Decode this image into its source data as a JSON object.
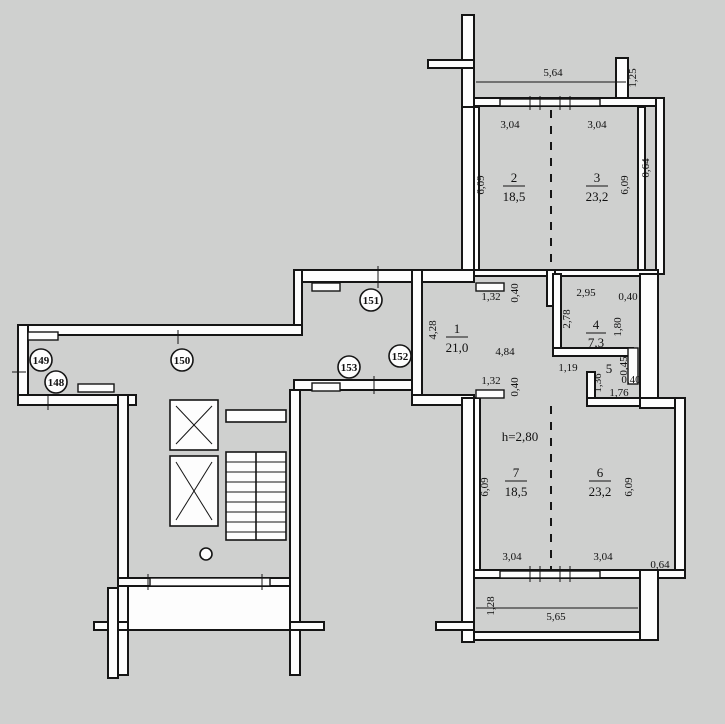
{
  "plan": {
    "rooms": [
      {
        "number": "1",
        "area": "21,0"
      },
      {
        "number": "2",
        "area": "18,5"
      },
      {
        "number": "3",
        "area": "23,2"
      },
      {
        "number": "4",
        "area": "7,3"
      },
      {
        "number": "5",
        "area": ""
      },
      {
        "number": "6",
        "area": "23,2"
      },
      {
        "number": "7",
        "area": "18,5"
      }
    ],
    "ceiling_height": "h=2,80",
    "tags": [
      "149",
      "148",
      "150",
      "151",
      "152",
      "153"
    ],
    "dimensions": {
      "balcony_top_width": "5,64",
      "balcony_top_depth": "1,25",
      "room2_width": "3,04",
      "room3_width": "3,04",
      "room2_length": "6,09",
      "room3_length": "6,09",
      "pier_top": "0,64",
      "opening_top_left": "1,32",
      "opening_top_depth": "0,40",
      "room4_width": "2,95",
      "room4_depth": "2,78",
      "pier_room4": "0,40",
      "room4_side": "1,80",
      "room1_width": "4,28",
      "hall_length": "4,84",
      "corridor_small": "1,19",
      "room5_a": "1,36",
      "room5_b": "0,45",
      "room5_c": "0,40",
      "room5_d": "1,76",
      "opening_bottom_left": "1,32",
      "opening_bottom_depth": "0,40",
      "room7_length": "6,09",
      "room6_length": "6,09",
      "room7_width": "3,04",
      "room6_width": "3,04",
      "pier_bottom": "0,64",
      "balcony_bottom_depth": "1,28",
      "balcony_bottom_width": "5,65"
    }
  }
}
